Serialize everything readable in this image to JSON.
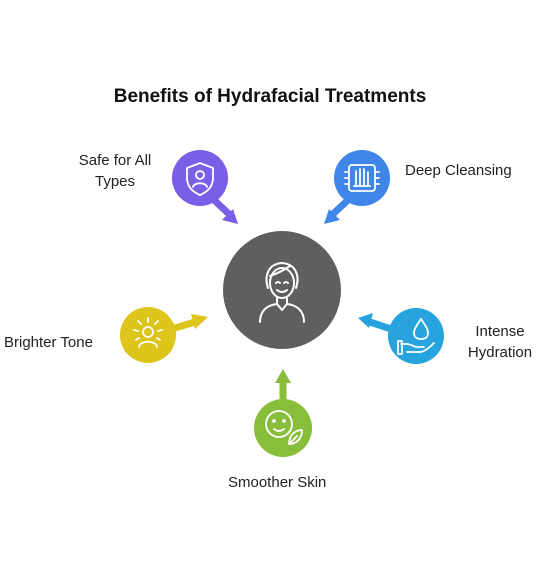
{
  "title": "Benefits of Hydrafacial Treatments",
  "center": {
    "icon": "woman-face-icon",
    "color": "#5f5f5f"
  },
  "nodes": [
    {
      "id": "safe",
      "lines": [
        "Safe for All",
        "Types"
      ],
      "icon": "shield-user-icon",
      "color": "#7b5ee6"
    },
    {
      "id": "deep",
      "lines": [
        "Deep Cleansing"
      ],
      "icon": "hand-icon",
      "color": "#3f86e8"
    },
    {
      "id": "hydration",
      "lines": [
        "Intense",
        "Hydration"
      ],
      "icon": "water-drop-hand-icon",
      "color": "#27a4dd"
    },
    {
      "id": "smooth",
      "lines": [
        "Smoother Skin"
      ],
      "icon": "face-leaf-icon",
      "color": "#89bd3c"
    },
    {
      "id": "bright",
      "lines": [
        "Brighter Tone"
      ],
      "icon": "radiant-person-icon",
      "color": "#ddc51c"
    }
  ]
}
